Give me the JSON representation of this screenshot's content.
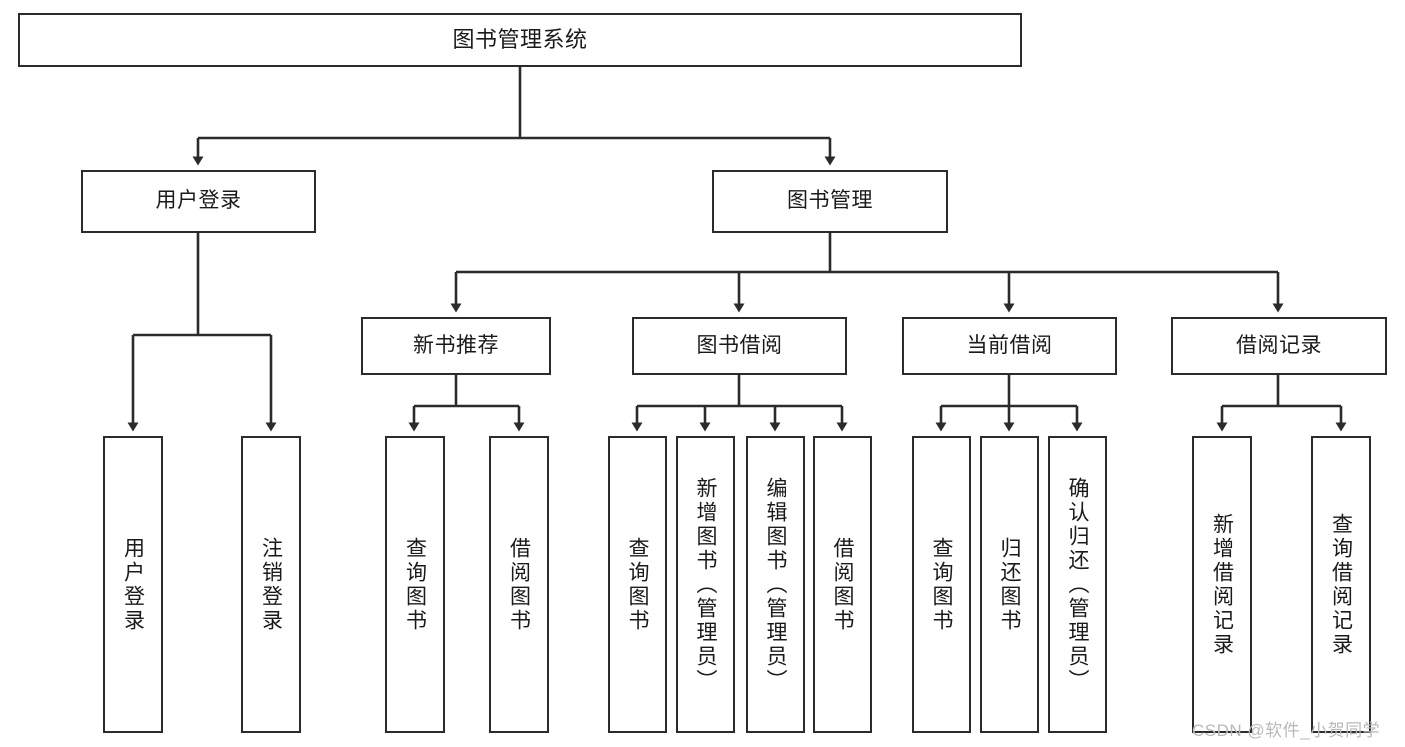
{
  "diagram": {
    "title_text": "图书管理系统",
    "stroke_color": "#2b2b2b",
    "fill_color": "#ffffff",
    "text_color": "#1a1a1a",
    "root": {
      "label": "图书管理系统"
    },
    "level2": [
      {
        "label": "用户登录"
      },
      {
        "label": "图书管理"
      }
    ],
    "level3": [
      {
        "label": "新书推荐"
      },
      {
        "label": "图书借阅"
      },
      {
        "label": "当前借阅"
      },
      {
        "label": "借阅记录"
      }
    ],
    "leaves": {
      "user_login": [
        {
          "label": "用户登录"
        },
        {
          "label": "注销登录"
        }
      ],
      "new_book_recommend": [
        {
          "label": "查询图书"
        },
        {
          "label": "借阅图书"
        }
      ],
      "book_borrow": [
        {
          "label": "查询图书"
        },
        {
          "label": "新增图书（管理员）"
        },
        {
          "label": "编辑图书（管理员）"
        },
        {
          "label": "借阅图书"
        }
      ],
      "current_borrow": [
        {
          "label": "查询图书"
        },
        {
          "label": "归还图书"
        },
        {
          "label": "确认归还（管理员）"
        }
      ],
      "borrow_record": [
        {
          "label": "新增借阅记录"
        },
        {
          "label": "查询借阅记录"
        }
      ]
    }
  },
  "watermark": {
    "text": "CSDN @软件_小贺同学"
  }
}
